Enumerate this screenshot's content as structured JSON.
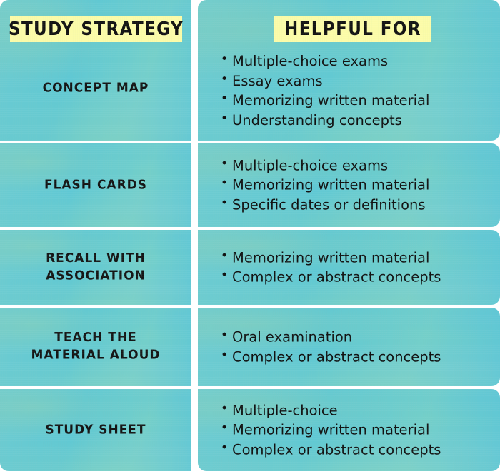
{
  "infographic": {
    "title_row": {
      "strategy_header": "STUDY STRATEGY",
      "helpful_header": "HELPFUL FOR"
    },
    "colors": {
      "cell_teal": "#63c9d2",
      "header_badge_yellow": "#fbfba8",
      "text_black": "#111111",
      "divider_white": "#ffffff"
    },
    "columns": [
      "STUDY STRATEGY",
      "HELPFUL FOR"
    ],
    "rows": [
      {
        "strategy": "CONCEPT MAP",
        "helpful_for": [
          "Multiple-choice exams",
          "Essay exams",
          "Memorizing written material",
          "Understanding concepts"
        ]
      },
      {
        "strategy": "FLASH CARDS",
        "helpful_for": [
          "Multiple-choice exams",
          "Memorizing written material",
          "Specific dates or definitions"
        ]
      },
      {
        "strategy": "RECALL WITH\nASSOCIATION",
        "strategy_line1": "RECALL WITH",
        "strategy_line2": "ASSOCIATION",
        "helpful_for": [
          "Memorizing written material",
          "Complex or abstract concepts"
        ]
      },
      {
        "strategy": "TEACH THE\nMATERIAL ALOUD",
        "strategy_line1": "TEACH THE",
        "strategy_line2": "MATERIAL ALOUD",
        "helpful_for": [
          "Oral examination",
          "Complex or abstract concepts"
        ]
      },
      {
        "strategy": "STUDY SHEET",
        "helpful_for": [
          "Multiple-choice",
          "Memorizing written material",
          "Complex or abstract concepts"
        ]
      }
    ]
  }
}
